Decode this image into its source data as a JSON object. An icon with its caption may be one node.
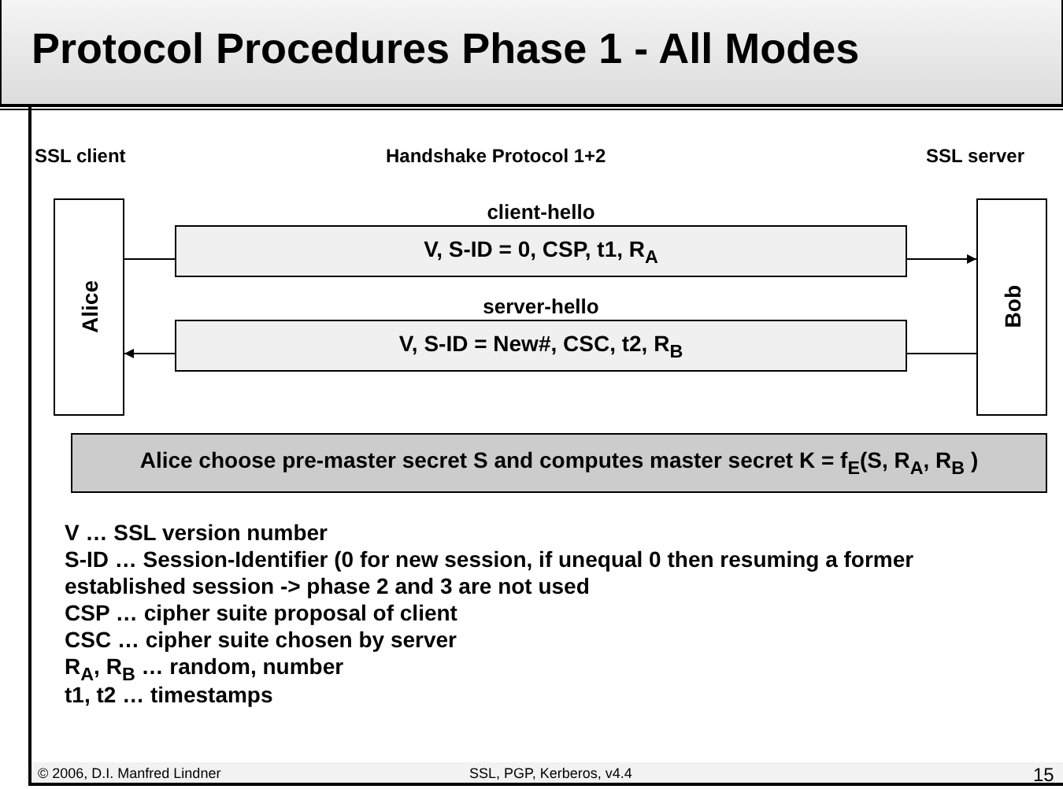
{
  "diagram": {
    "title": "Protocol Procedures Phase 1 - All Modes",
    "nodes": [
      {
        "text": [
          "Alice"
        ]
      },
      {
        "text": [
          "Bob"
        ]
      },
      {
        "text": [
          "client-hello",
          "V, S-ID = 0, CSP, t1, R$_{A}$"
        ]
      },
      {
        "text": [
          "server-hello",
          "V, S-ID = New#, CSC, t2, R$_{B}$"
        ]
      },
      {
        "text": [
          "Alice choose pre-master secret S and computes master secret K = f$_{E}$(S, R$_{A}$, R$_{B}$ )"
        ]
      }
    ],
    "edges": [
      {
        "from": 0,
        "to": 2,
        "arrow": "none"
      },
      {
        "from": 2,
        "to": 1,
        "arrow": "to"
      },
      {
        "from": 1,
        "to": 3,
        "arrow": "none"
      },
      {
        "from": 3,
        "to": 0,
        "arrow": "to"
      }
    ],
    "labels": [
      "SSL client",
      "Handshake Protocol 1+2",
      "SSL server",
      "V … SSL version number",
      "S-ID … Session-Identifier (0 for new session, if unequal 0 then resuming a former established session -> phase 2 and 3 are not used",
      "CSP … cipher suite proposal of client",
      "CSC … cipher suite chosen by server",
      "R$_{A}$, R$_{B}$ … random, number",
      "t1, t2 … timestamps",
      "© 2006, D.I. Manfred Lindner",
      "SSL, PGP, Kerberos, v4.4",
      "15"
    ]
  }
}
